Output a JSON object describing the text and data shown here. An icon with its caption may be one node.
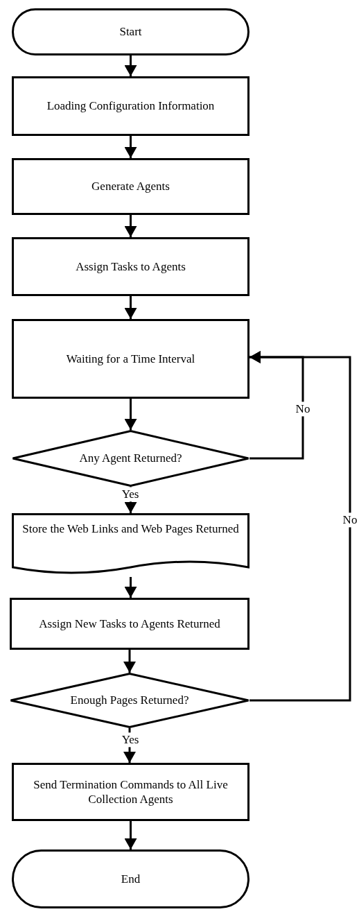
{
  "diagram": {
    "nodes": [
      {
        "text": [
          "Start"
        ]
      },
      {
        "text": [
          "Loading Configuration Information"
        ]
      },
      {
        "text": [
          "Generate Agents"
        ]
      },
      {
        "text": [
          "Assign Tasks to Agents"
        ]
      },
      {
        "text": [
          "Waiting for a Time Interval"
        ]
      },
      {
        "text": [
          "Any Agent Returned?"
        ]
      },
      {
        "text": [
          "Store the Web Links and Web Pages Returned"
        ]
      },
      {
        "text": [
          "Assign New Tasks to Agents Returned"
        ]
      },
      {
        "text": [
          "Enough Pages Returned?"
        ]
      },
      {
        "text": [
          "Send Termination Commands to All Live Collection Agents"
        ]
      },
      {
        "text": [
          "End"
        ]
      }
    ],
    "edges": [
      {
        "from": 0,
        "to": 1,
        "arrow": "to"
      },
      {
        "from": 1,
        "to": 2,
        "arrow": "to"
      },
      {
        "from": 2,
        "to": 3,
        "arrow": "to"
      },
      {
        "from": 3,
        "to": 4,
        "arrow": "to"
      },
      {
        "from": 4,
        "to": 5,
        "arrow": "to"
      },
      {
        "from": 5,
        "to": 6,
        "arrow": "to",
        "label": "Yes"
      },
      {
        "from": 6,
        "to": 7,
        "arrow": "to"
      },
      {
        "from": 7,
        "to": 8,
        "arrow": "to"
      },
      {
        "from": 8,
        "to": 9,
        "arrow": "to",
        "label": "Yes"
      },
      {
        "from": 9,
        "to": 10,
        "arrow": "to"
      },
      {
        "from": 5,
        "to": 4,
        "arrow": "to",
        "label": "No"
      },
      {
        "from": 8,
        "to": 4,
        "arrow": "to",
        "label": "No"
      }
    ]
  }
}
